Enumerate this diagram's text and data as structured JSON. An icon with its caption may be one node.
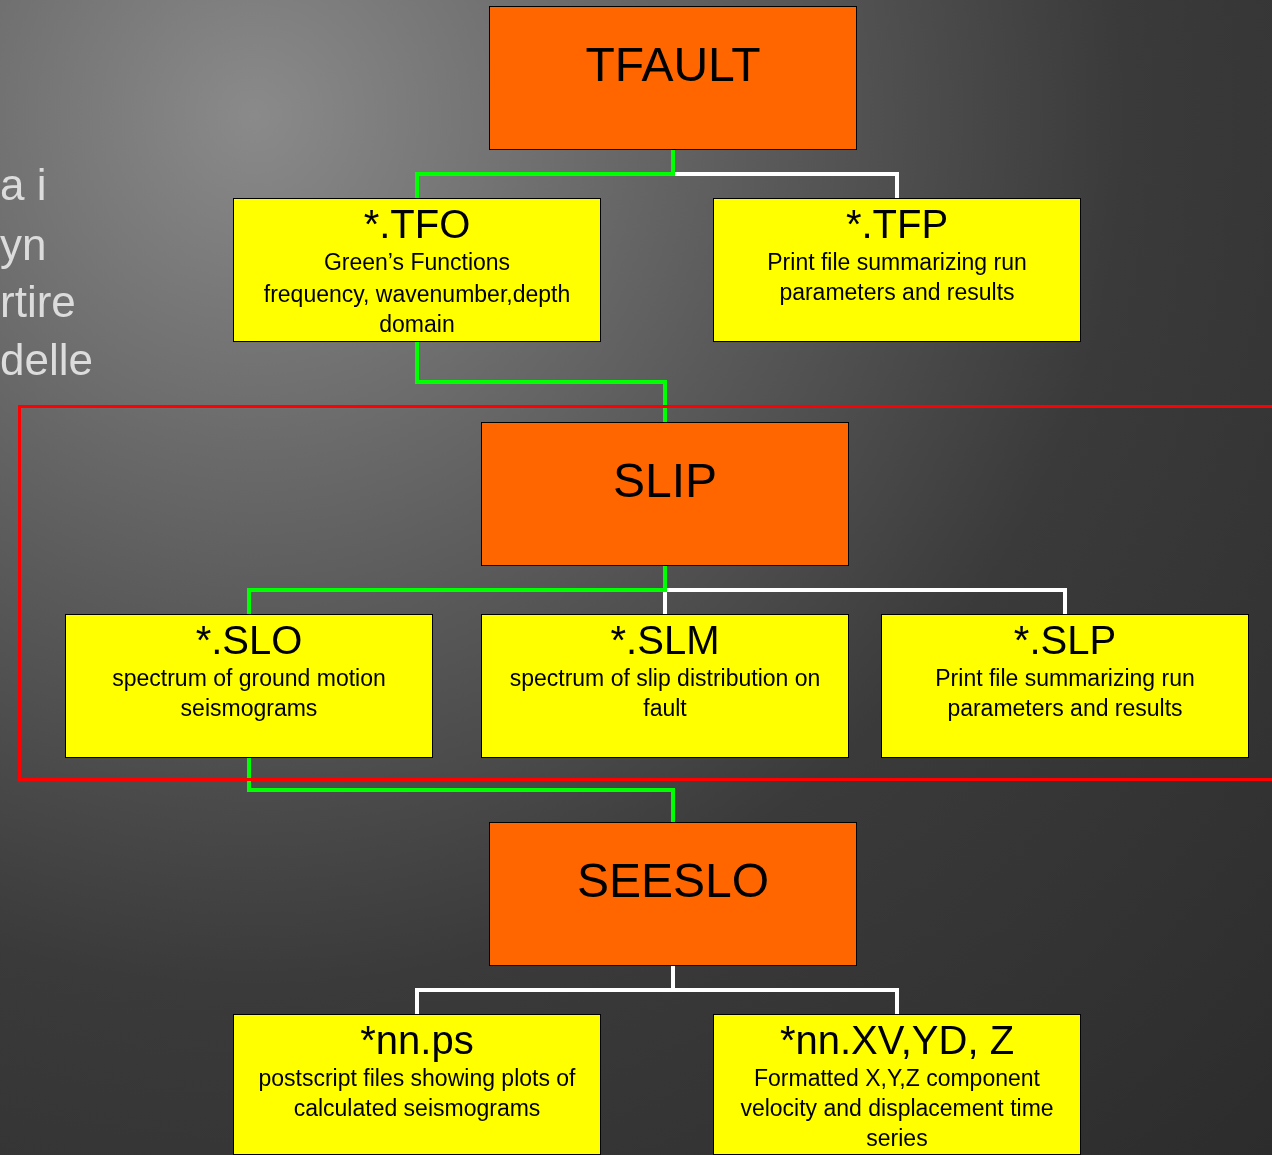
{
  "diagram": {
    "nodes": [
      {
        "text": [
          "TFAULT"
        ]
      },
      {
        "text": [
          "*.TFO",
          "Green’s Functions",
          "frequency, wavenumber,depth domain"
        ]
      },
      {
        "text": [
          "*.TFP",
          "Print file summarizing run parameters and results"
        ]
      },
      {
        "text": [],
        "shape": "box"
      },
      {
        "text": [
          "SLIP"
        ],
        "in": 3
      },
      {
        "text": [
          "*.SLO",
          "spectrum of ground motion seismograms"
        ],
        "in": 3
      },
      {
        "text": [
          "*.SLM",
          "spectrum of slip distribution on fault"
        ],
        "in": 3
      },
      {
        "text": [
          "*.SLP",
          "Print file summarizing run parameters and results"
        ],
        "in": 3
      },
      {
        "text": [
          "SEESLO"
        ]
      },
      {
        "text": [
          "*nn.ps",
          "postscript files showing plots of calculated seismograms"
        ]
      },
      {
        "text": [
          "*nn.XV,YD, Z",
          "Formatted X,Y,Z component velocity and displacement time series"
        ]
      }
    ],
    "edges": [
      {
        "from": 0,
        "to": 1,
        "arrow": "none",
        "color": "#00ff00"
      },
      {
        "from": 0,
        "to": 2,
        "arrow": "none"
      },
      {
        "from": 1,
        "to": 4,
        "arrow": "none",
        "color": "#00ff00"
      },
      {
        "from": 4,
        "to": 5,
        "arrow": "none",
        "color": "#00ff00"
      },
      {
        "from": 4,
        "to": 6,
        "arrow": "none"
      },
      {
        "from": 4,
        "to": 7,
        "arrow": "none"
      },
      {
        "from": 5,
        "to": 8,
        "arrow": "none",
        "color": "#00ff00"
      },
      {
        "from": 8,
        "to": 9,
        "arrow": "none"
      },
      {
        "from": 8,
        "to": 10,
        "arrow": "none"
      }
    ],
    "labels": [
      "a i",
      "yn",
      "rtire",
      "delle"
    ]
  }
}
